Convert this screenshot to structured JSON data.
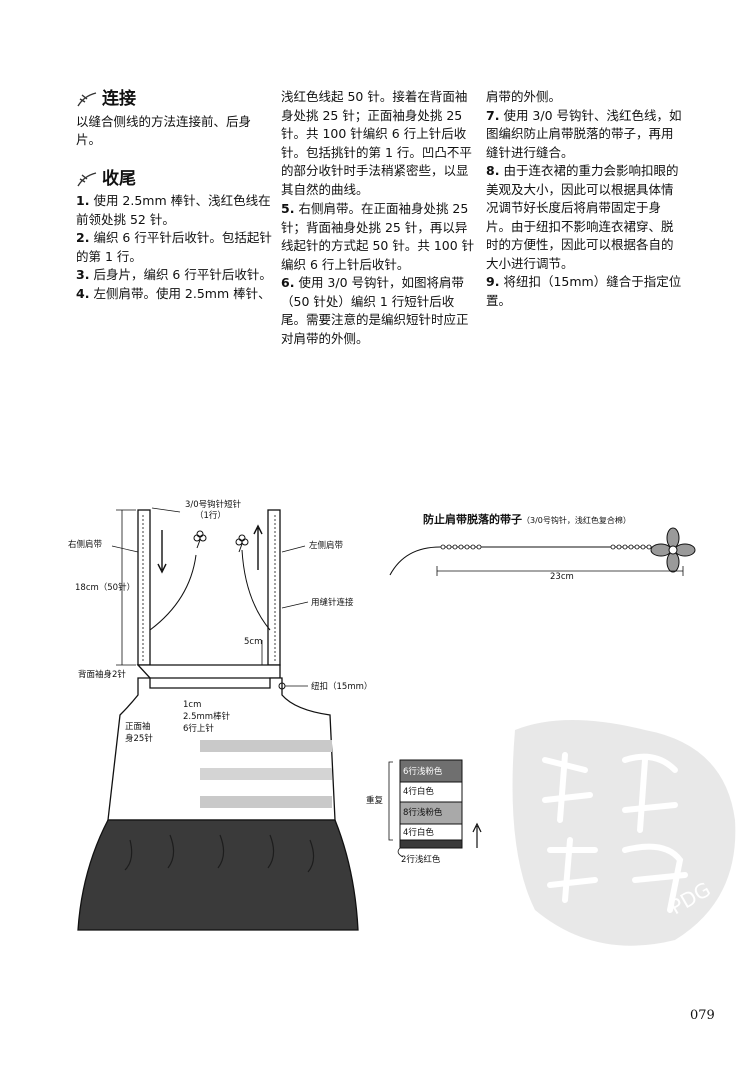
{
  "sections": {
    "connect_title": "连接",
    "connect_body": "以缝合侧线的方法连接前、后身片。",
    "finish_title": "收尾"
  },
  "steps": [
    {
      "n": "1.",
      "text": "使用 2.5mm 棒针、浅红色线在前领处挑 52 针。"
    },
    {
      "n": "2.",
      "text": "编织 6 行平针后收针。包括起针的第 1 行。"
    },
    {
      "n": "3.",
      "text": "后身片，编织 6 行平针后收针。"
    },
    {
      "n": "4.",
      "text": "左侧肩带。使用 2.5mm 棒针、浅红色线起 50 针。接着在背面袖身处挑 25 针；正面袖身处挑 25 针。共 100 针编织 6 行上针后收针。包括挑针的第 1 行。凹凸不平的部分收针时手法稍紧密些，以显其自然的曲线。"
    },
    {
      "n": "5.",
      "text": "右侧肩带。在正面袖身处挑 25 针；背面袖身处挑 25 针，再以异线起针的方式起 50 针。共 100 针编织 6 行上针后收针。"
    },
    {
      "n": "6.",
      "text": "使用 3/0 号钩针，如图将肩带（50 针处）编织 1 行短针后收尾。需要注意的是编织短针时应正对肩带的外侧。"
    },
    {
      "n": "7.",
      "text": "使用 3/0 号钩针、浅红色线，如图编织防止肩带脱落的带子，再用缝针进行缝合。"
    },
    {
      "n": "8.",
      "text": "由于连衣裙的重力会影响扣眼的美观及大小，因此可以根据具体情况调节好长度后将肩带固定于身片。由于纽扣不影响连衣裙穿、脱时的方便性，因此可以根据各自的大小进行调节。"
    },
    {
      "n": "9.",
      "text": "将纽扣（15mm）缝合于指定位置。"
    }
  ],
  "diagram": {
    "crochet_top": "3/0号钩针短针",
    "crochet_top2": "（1行）",
    "right_strap": "右侧肩带",
    "left_strap": "左侧肩带",
    "strap_len": "18cm（50针）",
    "sew_connect": "用缝针连接",
    "five_cm": "5cm",
    "back_sleeve": "背面袖身2针",
    "button": "纽扣（15mm）",
    "one_cm": "1cm",
    "needle": "2.5mm棒针",
    "six_rows": "6行上针",
    "front_sleeve1": "正面袖",
    "front_sleeve2": "身25针"
  },
  "strap_band": {
    "title": "防止肩带脱落的带子",
    "note": "（3/0号钩针，浅红色复合棉）",
    "length": "23cm"
  },
  "stripes": {
    "repeat": "重复",
    "rows": [
      "6行浅粉色",
      "4行白色",
      "8行浅粉色",
      "4行白色"
    ],
    "bottom": "2行浅红色"
  },
  "watermark": "PDG",
  "page_number": "079"
}
